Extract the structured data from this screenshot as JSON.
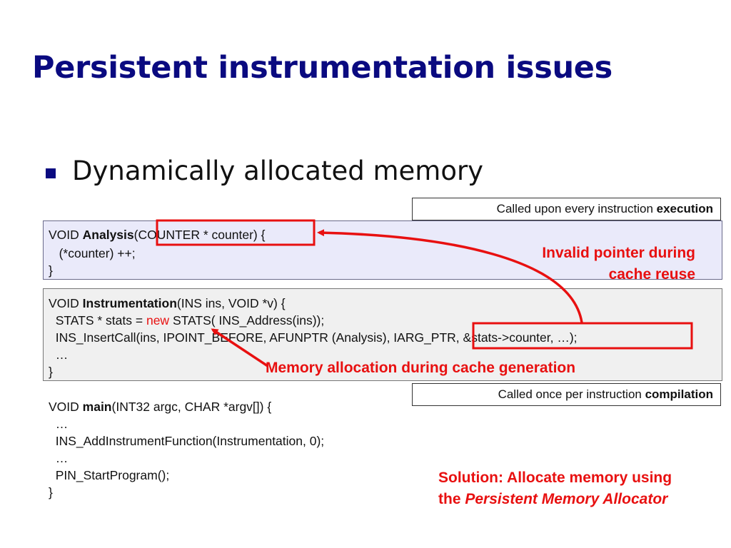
{
  "slide": {
    "title": "Persistent instrumentation issues",
    "bullet": "Dynamically allocated memory"
  },
  "labels": {
    "exec_prefix": "Called upon every instruction ",
    "exec_bold": "execution",
    "comp_prefix": "Called once per instruction ",
    "comp_bold": "compilation"
  },
  "analysis_code": {
    "l1_prefix": "VOID ",
    "l1_bold": "Analysis",
    "l1_rest": "(COUNTER * counter) {",
    "l2": "   (*counter) ++;",
    "l3": "}"
  },
  "instr_code": {
    "l1_prefix": "VOID ",
    "l1_bold": "Instrumentation",
    "l1_rest": "(INS ins, VOID *v) {",
    "l2_a": "  STATS * stats = ",
    "l2_new": "new",
    "l2_b": " STATS( INS_Address(ins));",
    "l3": "  INS_InsertCall(ins, IPOINT_BEFORE, AFUNPTR (Analysis), IARG_PTR, &stats->counter, …);",
    "l4": "  …",
    "l5": "}"
  },
  "main_code": {
    "l1_prefix": "VOID ",
    "l1_bold": "main",
    "l1_rest": "(INT32 argc, CHAR *argv[]) {",
    "l2": "  …",
    "l3": "  INS_AddInstrumentFunction(Instrumentation, 0);",
    "l4": "  …",
    "l5": "  PIN_StartProgram();",
    "l6": "}"
  },
  "annotations": {
    "invalid_line1": "Invalid pointer during",
    "invalid_line2": "cache reuse",
    "memalloc": "Memory allocation during cache generation",
    "solution_line1": "Solution: Allocate memory using",
    "solution_prefix": "the ",
    "solution_italic": "Persistent Memory Allocator"
  },
  "colors": {
    "title": "#0a0a80",
    "accent_red": "#e81010",
    "analysis_bg": "#eaeafa",
    "instr_bg": "#f0f0f0"
  }
}
